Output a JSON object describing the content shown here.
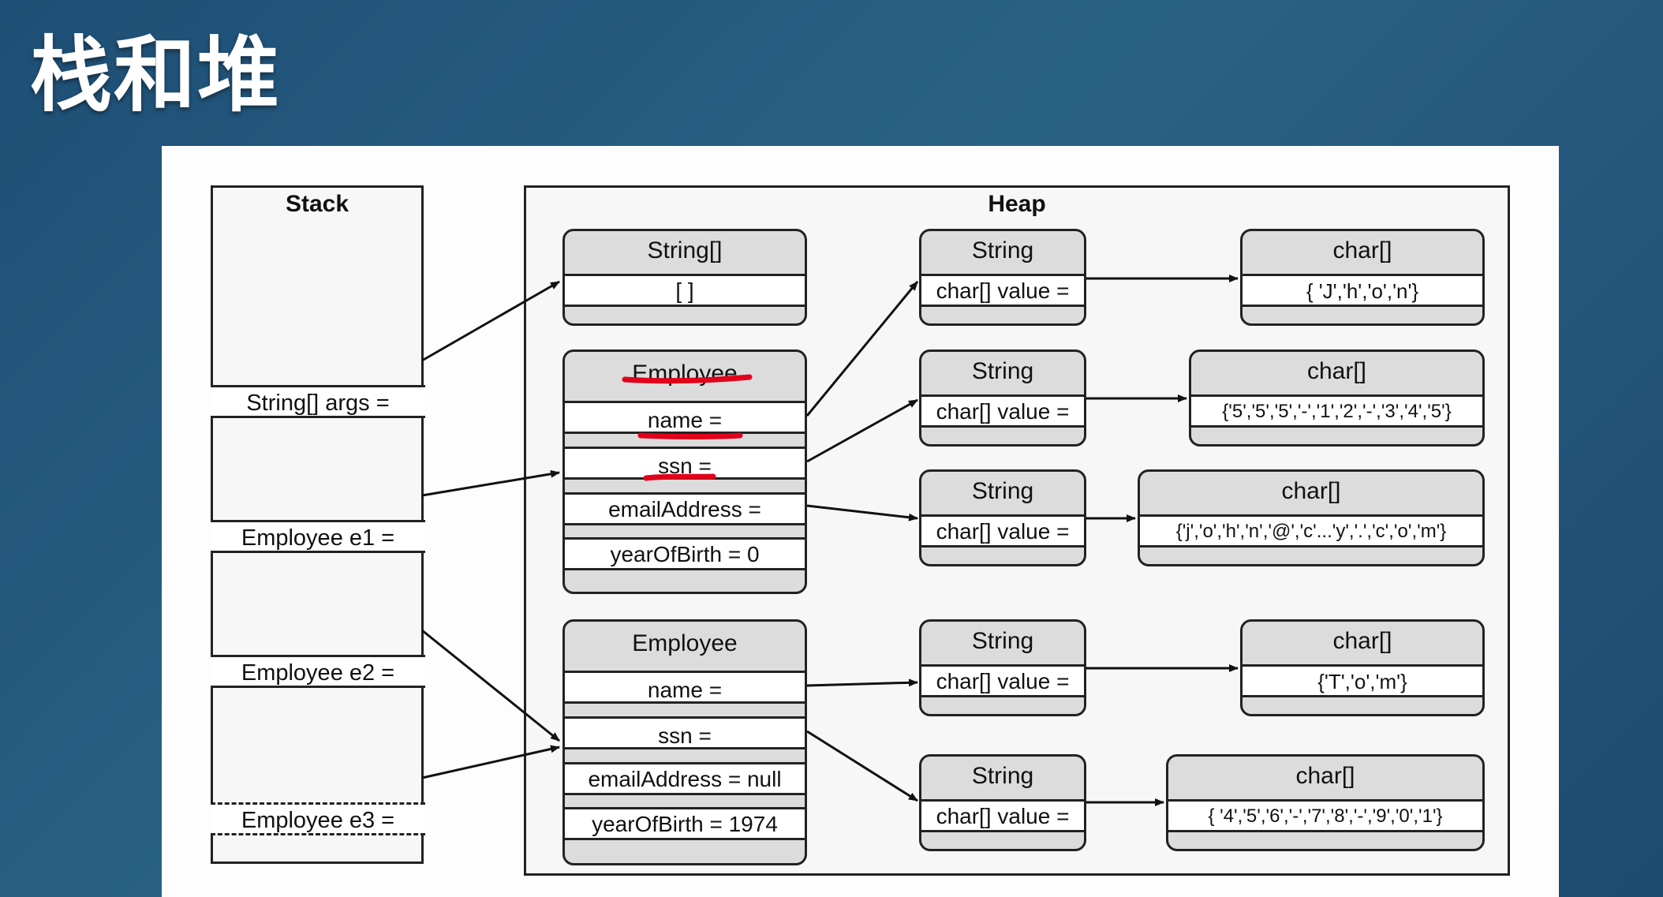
{
  "title": "栈和堆",
  "stack": {
    "title": "Stack",
    "slots": [
      "String[] args =",
      "Employee e1 =",
      "Employee e2 =",
      "Employee e3 ="
    ]
  },
  "heap": {
    "title": "Heap",
    "string_array": {
      "type": "String[]",
      "value": "[ ]"
    },
    "employee1": {
      "type": "Employee",
      "fields": [
        "name =",
        "ssn =",
        "emailAddress =",
        "yearOfBirth = 0"
      ]
    },
    "employee2": {
      "type": "Employee",
      "fields": [
        "name =",
        "ssn =",
        "emailAddress = null",
        "yearOfBirth = 1974"
      ]
    },
    "strings": [
      {
        "type": "String",
        "field": "char[] value ="
      },
      {
        "type": "String",
        "field": "char[] value ="
      },
      {
        "type": "String",
        "field": "char[] value ="
      },
      {
        "type": "String",
        "field": "char[] value ="
      },
      {
        "type": "String",
        "field": "char[] value ="
      }
    ],
    "char_arrays": [
      {
        "type": "char[]",
        "value": "{ 'J','h','o','n'}"
      },
      {
        "type": "char[]",
        "value": "{'5','5','5','-','1','2','-','3','4','5'}"
      },
      {
        "type": "char[]",
        "value": "{'j','o','h','n','@','c'...'y','.','c','o','m'}"
      },
      {
        "type": "char[]",
        "value": "{'T','o','m'}"
      },
      {
        "type": "char[]",
        "value": "{ '4','5','6','-','7','8','-','9','0','1'}"
      }
    ]
  },
  "colors": {
    "annotation": "#e0001b",
    "border": "#222222",
    "header_fill": "#dcdcdc"
  }
}
